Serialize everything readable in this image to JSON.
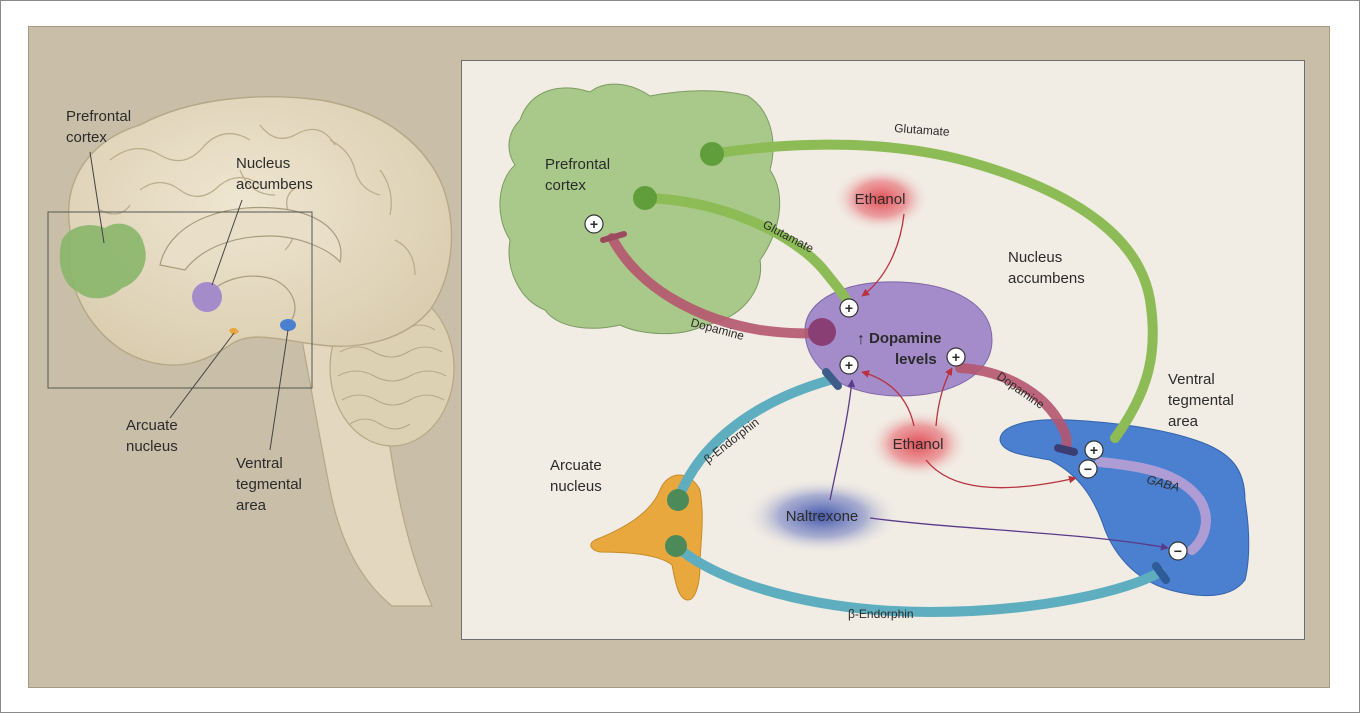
{
  "brain_panel": {
    "prefrontal_cortex": [
      "Prefrontal",
      "cortex"
    ],
    "nucleus_accumbens": [
      "Nucleus",
      "accumbens"
    ],
    "arcuate_nucleus": [
      "Arcuate",
      "nucleus"
    ],
    "ventral_tegmental_area": [
      "Ventral",
      "tegmental",
      "area"
    ]
  },
  "diagram": {
    "prefrontal_cortex": [
      "Prefrontal",
      "cortex"
    ],
    "nucleus_accumbens": [
      "Nucleus",
      "accumbens"
    ],
    "arcuate_nucleus": [
      "Arcuate",
      "nucleus"
    ],
    "ventral_tegmental_area": [
      "Ventral",
      "tegmental",
      "area"
    ],
    "dopamine_levels": [
      "Dopamine",
      "levels"
    ],
    "up_arrow": "↑",
    "ethanol_top": "Ethanol",
    "ethanol_bottom": "Ethanol",
    "naltrexone": "Naltrexone",
    "glutamate_outer": "Glutamate",
    "glutamate_inner": "Glutamate",
    "dopamine_pfc": "Dopamine",
    "dopamine_vta": "Dopamine",
    "gaba": "GABA",
    "beta_endorphin_upper": "β-Endorphin",
    "beta_endorphin_lower": "β-Endorphin",
    "plus_sign": "+",
    "minus_sign": "−"
  },
  "colors": {
    "green_region": "#a9c98a",
    "green_path": "#8dbb55",
    "purple_region": "#a48ccb",
    "blue_region": "#4b7fcf",
    "orange_region": "#e9a83e",
    "teal_path": "#5eaec0",
    "dopamine_path": "#b5566f",
    "ethanol_glow": "#e0454e",
    "naltrexone_glow": "#3a4fa8"
  }
}
